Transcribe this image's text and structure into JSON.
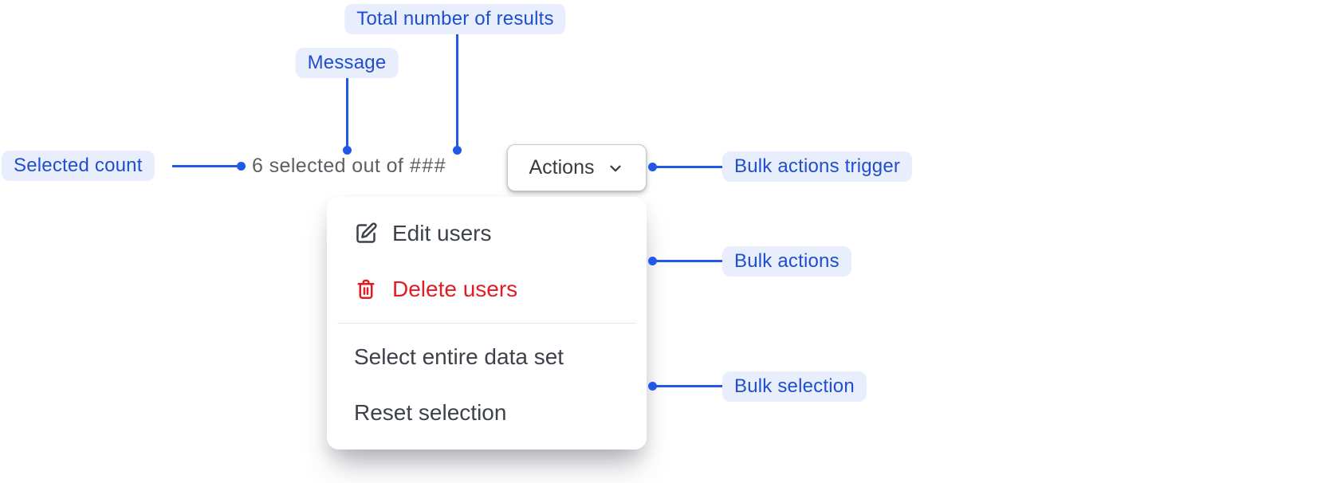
{
  "annotations": {
    "selected_count": {
      "label": "Selected count"
    },
    "message": {
      "label": "Message"
    },
    "total_results": {
      "label": "Total number of results"
    },
    "bulk_actions_trigger": {
      "label": "Bulk actions trigger"
    },
    "bulk_actions": {
      "label": "Bulk actions"
    },
    "bulk_selection": {
      "label": "Bulk selection"
    }
  },
  "component": {
    "selection_message": {
      "prefix": "6 selected out of ",
      "total_placeholder": "###"
    },
    "trigger_button": {
      "label": "Actions",
      "icon": "chevron-down-icon"
    },
    "menu": {
      "items": [
        {
          "label": "Edit users",
          "icon": "edit-icon",
          "variant": "default"
        },
        {
          "label": "Delete users",
          "icon": "trash-icon",
          "variant": "danger"
        },
        {
          "type": "divider"
        },
        {
          "label": "Select entire data set",
          "variant": "default"
        },
        {
          "label": "Reset selection",
          "variant": "default"
        }
      ]
    }
  },
  "colors": {
    "annotation_text": "#1e4fce",
    "annotation_bg": "#e9eefc",
    "connector": "#2158e8",
    "message_text": "#5b5f66",
    "menu_text": "#3d424a",
    "danger_text": "#e11d24",
    "surface": "#ffffff"
  }
}
